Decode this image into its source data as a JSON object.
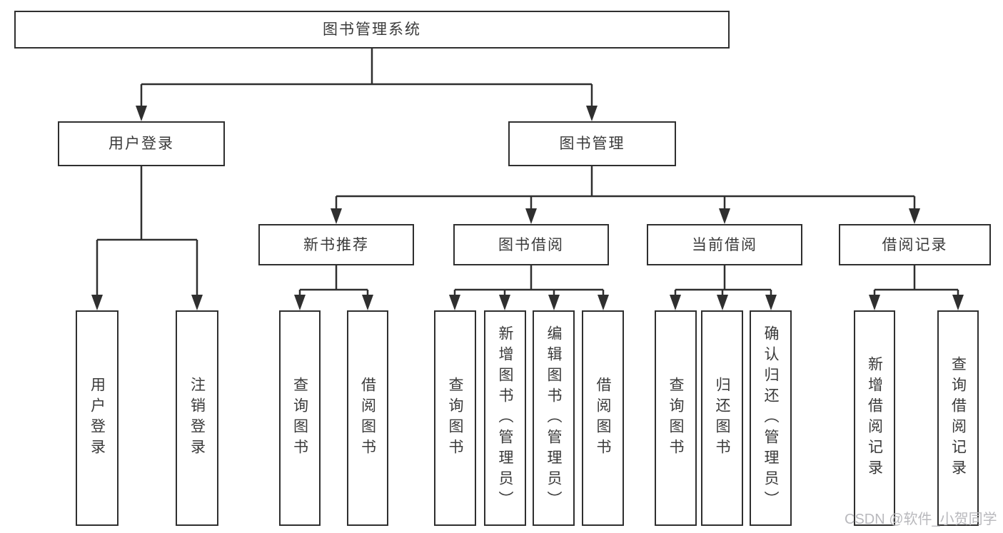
{
  "nodes": {
    "root": "图书管理系统",
    "user_login": "用户登录",
    "book_management": "图书管理",
    "new_book_recommend": "新书推荐",
    "book_borrow": "图书借阅",
    "current_borrow": "当前借阅",
    "borrow_record": "借阅记录",
    "login": "用户登录",
    "logout": "注销登录",
    "recommend_query_book": "查询图书",
    "recommend_borrow_book": "借阅图书",
    "borrow_query_book": "查询图书",
    "borrow_add_book": "新增图书（管理员）",
    "borrow_edit_book": "编辑图书（管理员）",
    "borrow_borrow_book": "借阅图书",
    "current_query_book": "查询图书",
    "current_return_book": "归还图书",
    "current_confirm_return": "确认归还（管理员）",
    "record_add": "新增借阅记录",
    "record_query": "查询借阅记录"
  },
  "watermark": "CSDN @软件_小贺同学",
  "colors": {
    "line": "#2f2f2f",
    "text": "#3a3a3a",
    "watermark": "#b9b9bd",
    "canvas": "#ffffff"
  }
}
